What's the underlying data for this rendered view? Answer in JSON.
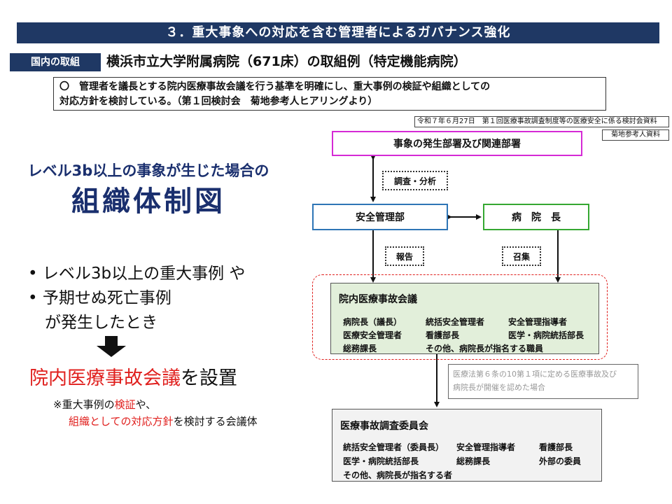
{
  "banner": "３．重大事象への対応を含む管理者によるガバナンス強化",
  "tag": "国内の取組",
  "subtitle": "横浜市立大学附属病院（671床）の取組例（特定機能病院）",
  "summary": {
    "line1": "〇　管理者を議長とする院内医療事故会議を行う基準を明確にし、重大事例の検証や組織としての",
    "line2": "対応方針を検討している。（第１回検討会　菊地参考人ヒアリングより）"
  },
  "source": "令和７年６月27日　第１回医療事故調査制度等の医療安全に係る検討会資料",
  "source_sub": "菊地参考人資料",
  "headline": {
    "line1": "レベル3b以上の事象が生じた場合の",
    "line2": "組織体制図"
  },
  "bullets": {
    "item1": "• レベル3b以上の重大事例 や",
    "item2": "• 予期せぬ死亡事例",
    "item2_cont": "が発生したとき"
  },
  "setup": {
    "red": "院内医療事故会議",
    "rest": "を設置"
  },
  "note": {
    "prefix": "※重大事例の",
    "red1": "検証",
    "mid": "や、",
    "red2": "組織としての対応方針",
    "suffix": "を検討する会議体"
  },
  "diagram": {
    "top_box": "事象の発生部署及び関連部署",
    "survey_label": "調査・分析",
    "safety_dept": "安全管理部",
    "director": "病　院　長",
    "report_label": "報告",
    "convene_label": "召集",
    "council": {
      "title": "院内医療事故会議",
      "members": [
        [
          "病院長（議長）",
          "統括安全管理者",
          "安全管理指導者"
        ],
        [
          "医療安全管理者",
          "看護部長",
          "医学・病院統括部長"
        ],
        [
          "総務課長",
          "その他、病院長が指名する職員",
          ""
        ]
      ]
    },
    "law_note": {
      "line1": "医療法第６条の10第１項に定める医療事故及び",
      "line2": "病院長が開催を認めた場合"
    },
    "committee": {
      "title": "医療事故調査委員会",
      "members": [
        [
          "統括安全管理者（委員長）",
          "安全管理指導者",
          "看護部長"
        ],
        [
          "医学・病院統括部長",
          "総務課長",
          "外部の委員"
        ],
        [
          "その他、病院長が指名する者",
          "",
          ""
        ]
      ]
    }
  },
  "colors": {
    "banner_bg": "#1f3864",
    "headline": "#1a2f6e",
    "accent_red": "#e0201e",
    "top_box_border": "#d52ad5",
    "safety_border": "#2e75b6",
    "director_border": "#35a832",
    "council_bg": "#e2efda",
    "committee_bg": "#f2f2f2"
  }
}
